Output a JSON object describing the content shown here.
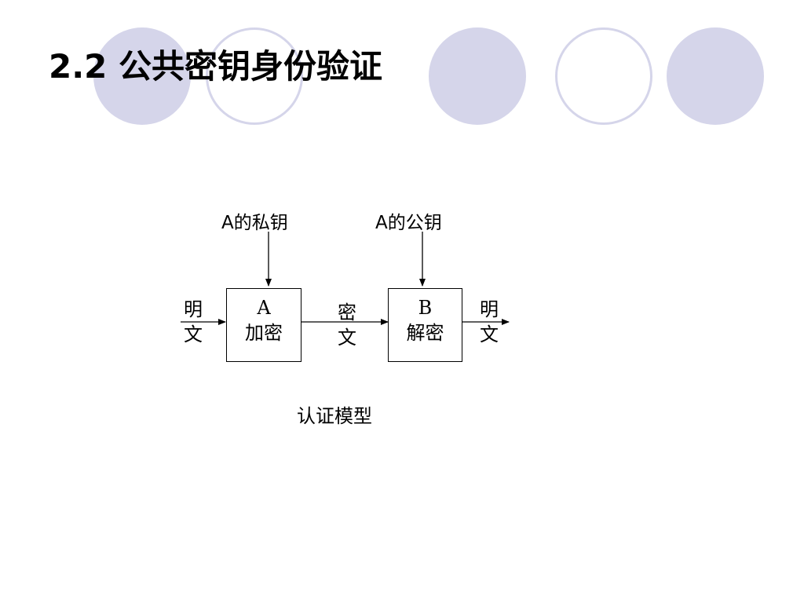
{
  "slide": {
    "title": "2.2 公共密钥身份验证"
  },
  "diagram": {
    "private_key_label": "A的私钥",
    "public_key_label": "A的公钥",
    "encrypt_box": {
      "line1": "A",
      "line2": "加密"
    },
    "decrypt_box": {
      "line1": "B",
      "line2": "解密"
    },
    "plaintext_in": {
      "char1": "明",
      "char2": "文"
    },
    "ciphertext": {
      "char1": "密",
      "char2": "文"
    },
    "plaintext_out": {
      "char1": "明",
      "char2": "文"
    },
    "caption": "认证模型"
  },
  "theme": {
    "circle_fill": "#d5d5ea",
    "circle_outline": "#d5d5ea"
  }
}
